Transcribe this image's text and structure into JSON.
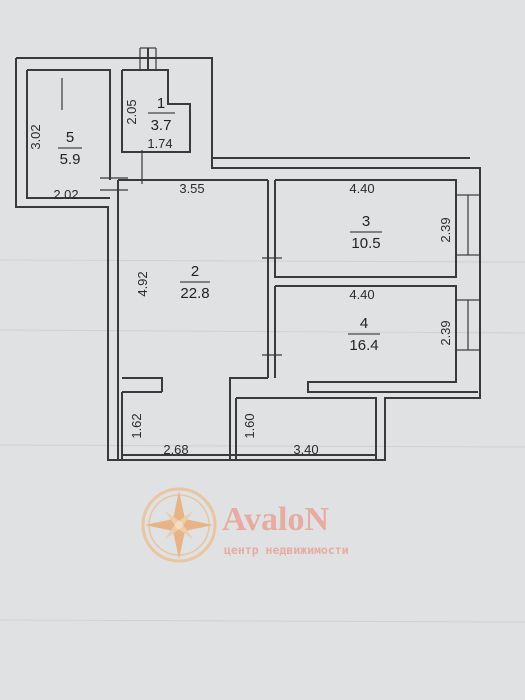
{
  "rooms": [
    {
      "num": "1",
      "area": "3.7"
    },
    {
      "num": "2",
      "area": "22.8"
    },
    {
      "num": "3",
      "area": "10.5"
    },
    {
      "num": "4",
      "area": "16.4"
    },
    {
      "num": "5",
      "area": "5.9"
    }
  ],
  "dims": {
    "r5_height": "3.02",
    "r5_width": "2.02",
    "r1_height": "2.05",
    "r1_width": "1.74",
    "r2_top": "3.55",
    "r2_height": "4.92",
    "r3_top": "4.40",
    "r3_side": "2.39",
    "r4_top": "4.40",
    "r4_side": "2.39",
    "bl_height": "1.62",
    "bl_width": "2.68",
    "br_height": "1.60",
    "br_width": "3.40"
  },
  "logo": {
    "name": "AvaloN",
    "tagline": "центр недвижимости"
  }
}
